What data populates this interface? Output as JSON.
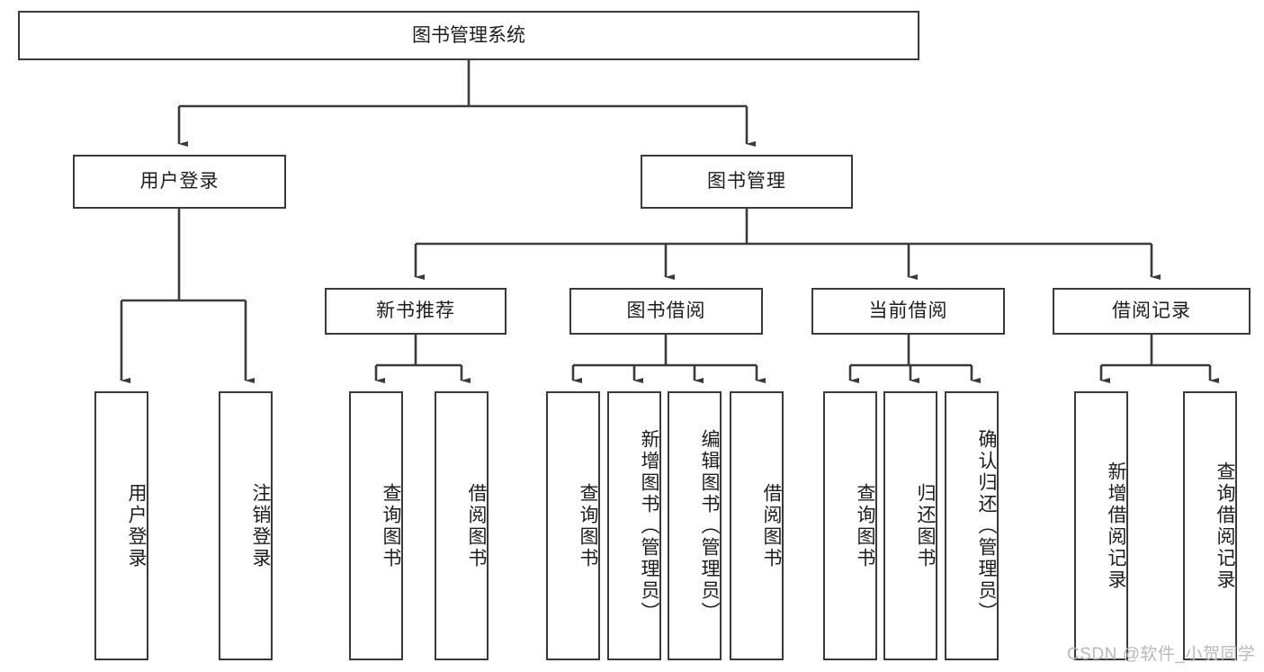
{
  "diagram": {
    "type": "tree-hierarchy-chart",
    "title": "图书管理系统",
    "root": {
      "id": "root",
      "label": "图书管理系统"
    },
    "level2": [
      {
        "id": "user-login",
        "label": "用户登录"
      },
      {
        "id": "book-management",
        "label": "图书管理"
      }
    ],
    "level3": [
      {
        "id": "new-book-recommend",
        "label": "新书推荐"
      },
      {
        "id": "book-borrow",
        "label": "图书借阅"
      },
      {
        "id": "current-borrow",
        "label": "当前借阅"
      },
      {
        "id": "borrow-record",
        "label": "借阅记录"
      }
    ],
    "leaves": {
      "user_login": [
        {
          "id": "leaf-user-login",
          "label": "用户登录"
        },
        {
          "id": "leaf-logout",
          "label": "注销登录"
        }
      ],
      "new_book_recommend": [
        {
          "id": "leaf-query-book-1",
          "label": "查询图书"
        },
        {
          "id": "leaf-borrow-book-1",
          "label": "借阅图书"
        }
      ],
      "book_borrow": [
        {
          "id": "leaf-query-book-2",
          "label": "查询图书"
        },
        {
          "id": "leaf-add-book",
          "label": "新增图书（管理员）"
        },
        {
          "id": "leaf-edit-book",
          "label": "编辑图书（管理员）"
        },
        {
          "id": "leaf-borrow-book-2",
          "label": "借阅图书"
        }
      ],
      "current_borrow": [
        {
          "id": "leaf-query-book-3",
          "label": "查询图书"
        },
        {
          "id": "leaf-return-book",
          "label": "归还图书"
        },
        {
          "id": "leaf-confirm-return",
          "label": "确认归还（管理员）"
        }
      ],
      "borrow_record": [
        {
          "id": "leaf-add-record",
          "label": "新增借阅记录"
        },
        {
          "id": "leaf-query-record",
          "label": "查询借阅记录"
        }
      ]
    }
  },
  "watermark": {
    "text": "CSDN @软件_小贺同学"
  },
  "colors": {
    "background": "#ffffff",
    "box_fill": "#ffffff",
    "box_border": "#3a3a3a",
    "text": "#1d1d1d",
    "connector": "#3a3a3a",
    "watermark": "#b9b9b9"
  }
}
